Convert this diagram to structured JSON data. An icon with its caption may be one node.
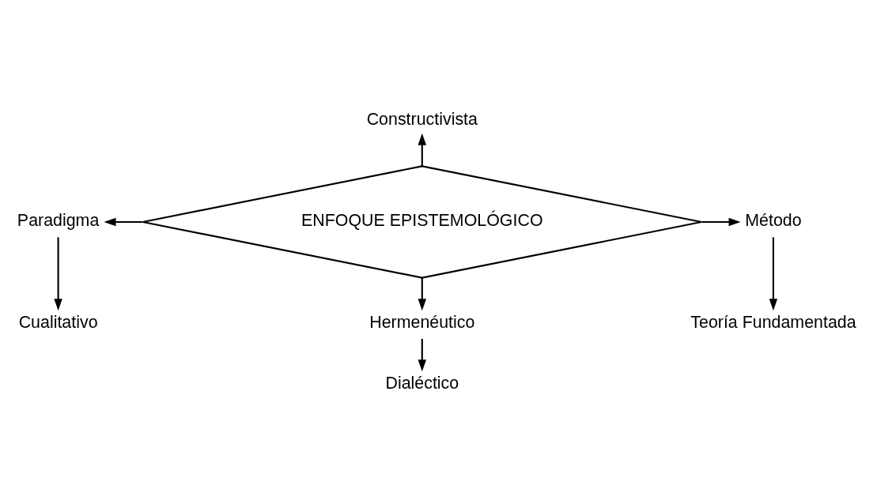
{
  "diagram": {
    "nodes": [
      {
        "text": [
          "ENFOQUE EPISTEMOLÓGICO"
        ]
      },
      {
        "text": [
          "Constructivista"
        ]
      },
      {
        "text": [
          "Paradigma"
        ]
      },
      {
        "text": [
          "Método"
        ]
      },
      {
        "text": [
          "Hermenéutico"
        ]
      },
      {
        "text": [
          "Cualitativo"
        ]
      },
      {
        "text": [
          "Teoría Fundamentada"
        ]
      },
      {
        "text": [
          "Dialéctico"
        ]
      }
    ],
    "edges": [
      {
        "from": 0,
        "to": 1,
        "arrow": "to"
      },
      {
        "from": 0,
        "to": 2,
        "arrow": "to"
      },
      {
        "from": 0,
        "to": 3,
        "arrow": "to"
      },
      {
        "from": 0,
        "to": 4,
        "arrow": "to"
      },
      {
        "from": 2,
        "to": 5,
        "arrow": "to"
      },
      {
        "from": 3,
        "to": 6,
        "arrow": "to"
      },
      {
        "from": 4,
        "to": 7,
        "arrow": "to"
      }
    ]
  }
}
